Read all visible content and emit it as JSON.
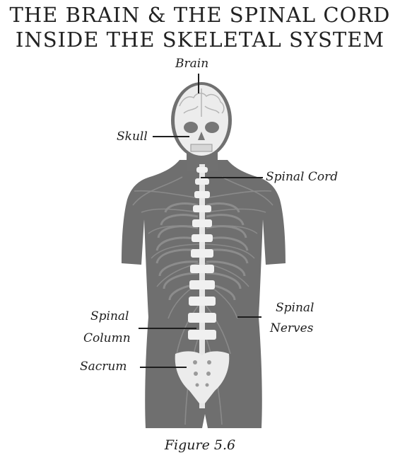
{
  "title": {
    "line1": "THE BRAIN & THE SPINAL CORD",
    "line2": "INSIDE THE SKELETAL SYSTEM"
  },
  "labels": {
    "brain": "Brain",
    "skull": "Skull",
    "spinal_cord": "Spinal Cord",
    "spinal_column_line1": "Spinal",
    "spinal_column_line2": "Column",
    "spinal_nerves_line1": "Spinal",
    "spinal_nerves_line2": "Nerves",
    "sacrum": "Sacrum"
  },
  "caption": "Figure 5.6",
  "colors": {
    "body": "#6f6f6f",
    "bone": "#ececec",
    "nerve": "#8d8d8d",
    "line": "#1e1e1e"
  }
}
